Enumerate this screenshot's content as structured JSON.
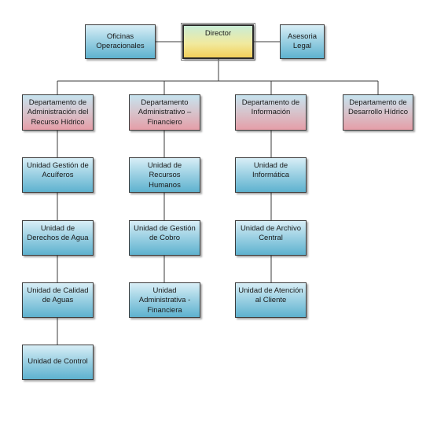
{
  "colors": {
    "unit_fill": "#9fd2e4",
    "department_fill": "#e59ea8",
    "director_fill": "#f2cf5a",
    "line": "#3b3b3b"
  },
  "top": {
    "director": "Director",
    "oficinas": "Oficinas Operacionales",
    "asesoria": "Asesoria Legal"
  },
  "departments": [
    {
      "name": "Departamento de Administración del Recurso Hídrico",
      "units": [
        "Unidad Gestión de Acuíferos",
        "Unidad de Derechos de Agua",
        "Unidad de Calidad de Aguas",
        "Unidad de Control"
      ]
    },
    {
      "name": "Departamento Administrativo – Financiero",
      "units": [
        "Unidad de Recursos Humanos",
        "Unidad de Gestión de Cobro",
        "Unidad Administrativa - Financiera"
      ]
    },
    {
      "name": "Departamento de Información",
      "units": [
        "Unidad de Informática",
        "Unidad de Archivo Central",
        "Unidad de Atención al Cliente"
      ]
    },
    {
      "name": "Departamento de Desarrollo Hídrico",
      "units": []
    }
  ]
}
